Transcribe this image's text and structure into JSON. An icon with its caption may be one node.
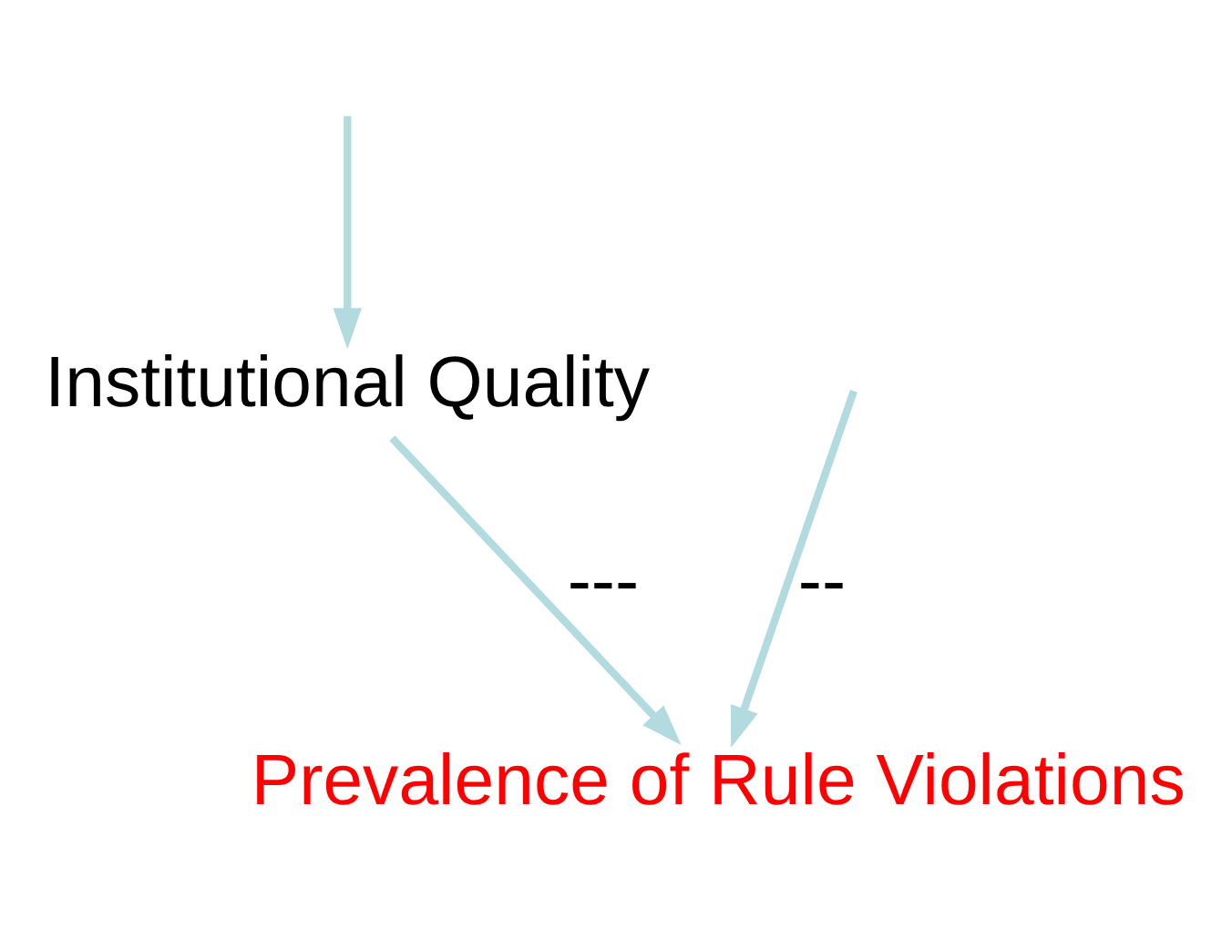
{
  "diagram": {
    "nodes": [
      {
        "text": [
          "Prevalence of Rule Violations"
        ]
      },
      {
        "text": [
          "Institutional Quality"
        ]
      }
    ],
    "edges": [
      {
        "from": null,
        "to": 0,
        "arrow": "to",
        "label": "--"
      },
      {
        "from": null,
        "to": 1,
        "arrow": "to"
      },
      {
        "from": 1,
        "to": 0,
        "arrow": "to",
        "label": "---"
      }
    ]
  }
}
